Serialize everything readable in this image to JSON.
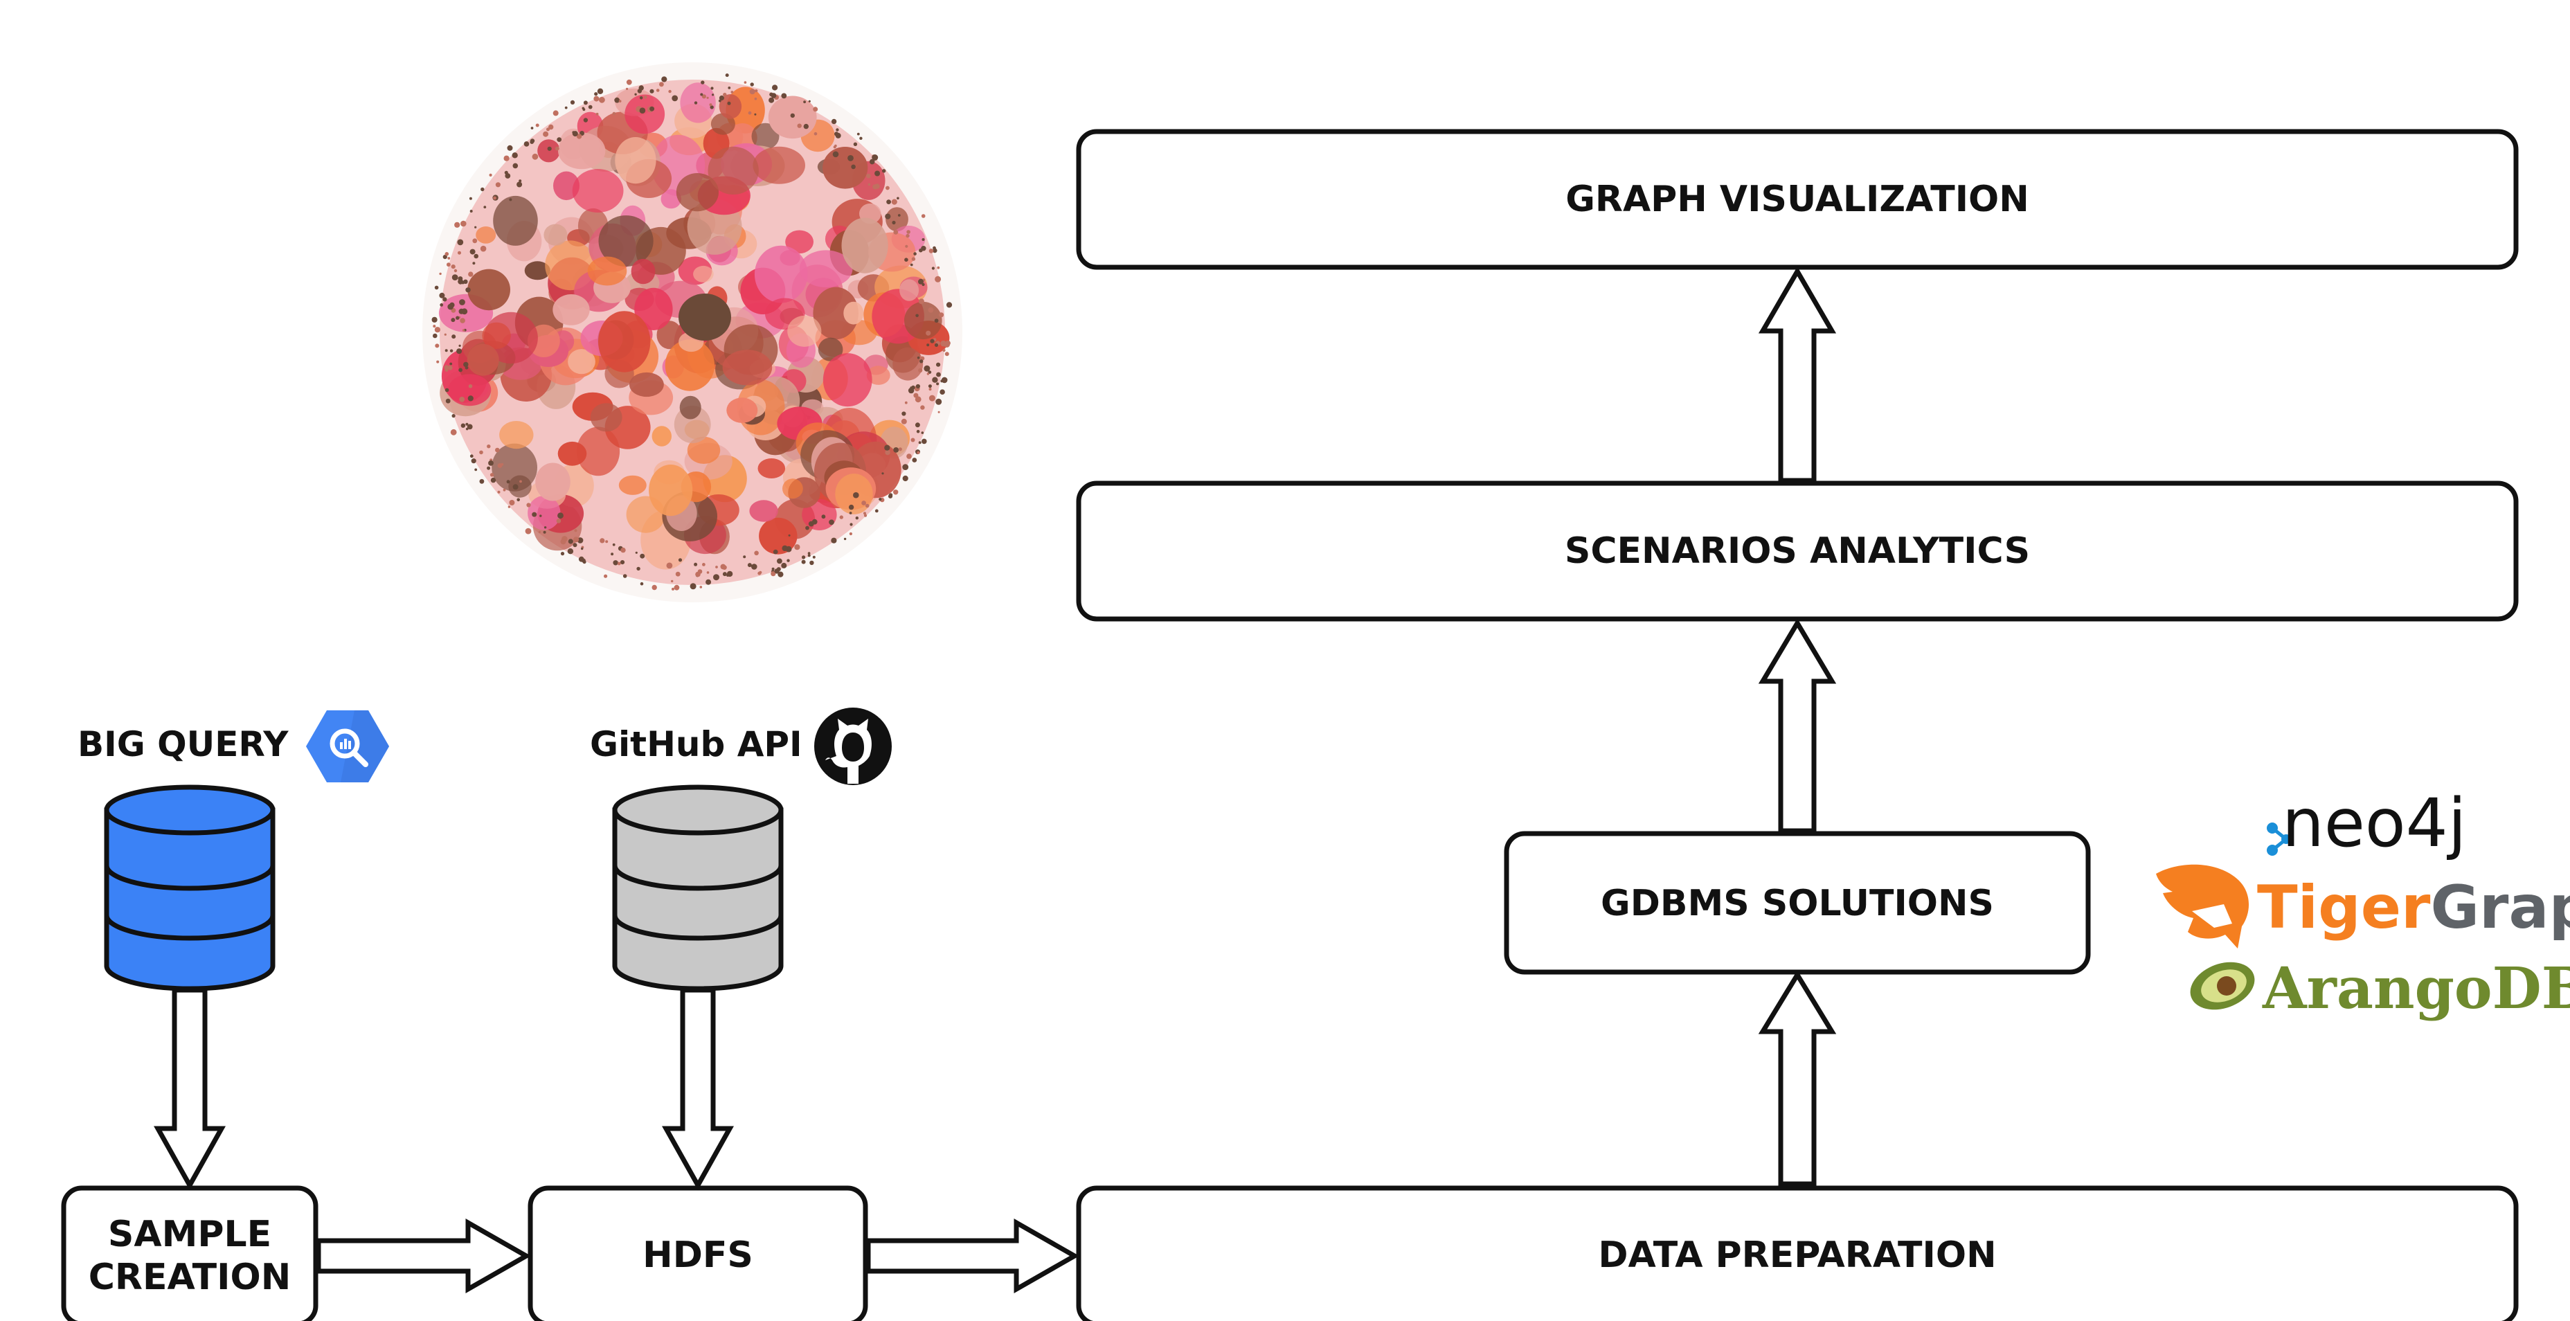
{
  "boxes": {
    "graph_visualization": "GRAPH VISUALIZATION",
    "scenarios_analytics": "SCENARIOS ANALYTICS",
    "gdbms_solutions": "GDBMS SOLUTIONS",
    "data_preparation": "DATA PREPARATION",
    "hdfs": "HDFS",
    "sample_creation_line1": "SAMPLE",
    "sample_creation_line2": "CREATION"
  },
  "sources": {
    "big_query": {
      "label": "BIG QUERY",
      "icon": "bigquery-icon",
      "db_color": "#3b82f6"
    },
    "github_api": {
      "label": "GitHub API",
      "icon": "github-icon",
      "db_color": "#c8c8c8"
    }
  },
  "logos": {
    "neo4j": "neo4j",
    "tigergraph_part1": "Tiger",
    "tigergraph_part2": "Graph",
    "arangodb": "ArangoDB"
  },
  "colors": {
    "box_stroke": "#111111",
    "bigquery_blue": "#4285F4",
    "tigergraph_orange": "#F57F20",
    "arango_green": "#6f8a2e",
    "neo4j_blue": "#1a8fd8"
  }
}
